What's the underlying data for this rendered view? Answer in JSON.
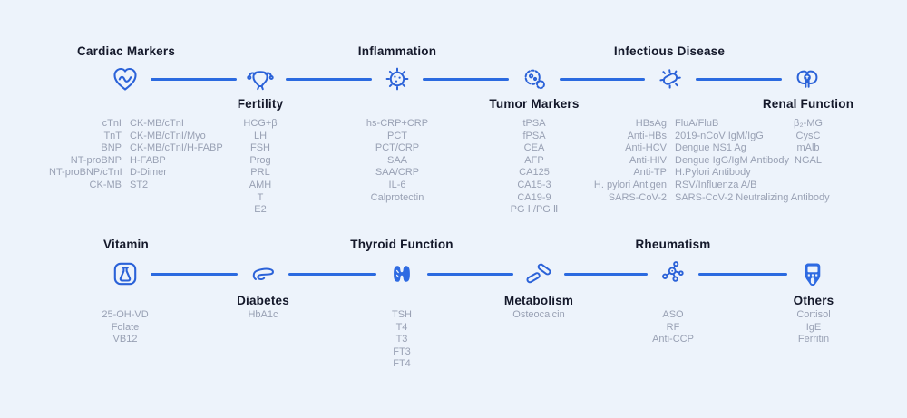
{
  "palette": {
    "background": "#edf3fb",
    "line": "#2b6ae0",
    "icon_stroke": "#2b62d8",
    "title_text": "#14182a",
    "item_text": "#99a1b4"
  },
  "rows": [
    {
      "nodes": [
        {
          "title": "Cardiac Markers",
          "title_pos": "above",
          "icon": "heart-pulse-icon",
          "columns": [
            [
              "cTnI",
              "TnT",
              "BNP",
              "NT-proBNP",
              "NT-proBNP/cTnI",
              "CK-MB"
            ],
            [
              "CK-MB/cTnI",
              "CK-MB/cTnI/Myo",
              "CK-MB/cTnI/H-FABP",
              "H-FABP",
              "D-Dimer",
              "ST2"
            ]
          ]
        },
        {
          "title": "Fertility",
          "title_pos": "below",
          "icon": "uterus-icon",
          "columns": [
            [
              "HCG+β",
              "LH",
              "FSH",
              "Prog",
              "PRL",
              "AMH",
              "T",
              "E2"
            ]
          ]
        },
        {
          "title": "Inflammation",
          "title_pos": "above",
          "icon": "virus-icon",
          "columns": [
            [
              "hs-CRP+CRP",
              "PCT",
              "PCT/CRP",
              "SAA",
              "SAA/CRP",
              "IL-6",
              "Calprotectin"
            ]
          ]
        },
        {
          "title": "Tumor Markers",
          "title_pos": "below",
          "icon": "tumor-cell-icon",
          "columns": [
            [
              "tPSA",
              "fPSA",
              "CEA",
              "AFP",
              "CA125",
              "CA15-3",
              "CA19-9",
              "PG Ⅰ /PG Ⅱ"
            ]
          ]
        },
        {
          "title": "Infectious Disease",
          "title_pos": "above",
          "icon": "bacteria-icon",
          "columns": [
            [
              "HBsAg",
              "Anti-HBs",
              "Anti-HCV",
              "Anti-HIV",
              "Anti-TP",
              "H. pylori Antigen",
              "SARS-CoV-2"
            ],
            [
              "FluA/FluB",
              "2019-nCoV IgM/IgG",
              "Dengue NS1 Ag",
              "Dengue IgG/IgM Antibody",
              "H.Pylori Antibody",
              "RSV/Influenza A/B",
              "SARS-CoV-2 Neutralizing Antibody"
            ]
          ]
        },
        {
          "title": "Renal Function",
          "title_pos": "below",
          "icon": "kidneys-icon",
          "columns": [
            [
              "β₂-MG",
              "CysC",
              "mAlb",
              "NGAL"
            ]
          ]
        }
      ]
    },
    {
      "nodes": [
        {
          "title": "Vitamin",
          "title_pos": "above",
          "icon": "flask-icon",
          "columns": [
            [
              "25-OH-VD",
              "Folate",
              "VB12"
            ]
          ]
        },
        {
          "title": "Diabetes",
          "title_pos": "below",
          "icon": "pancreas-icon",
          "columns": [
            [
              "HbA1c"
            ]
          ]
        },
        {
          "title": "Thyroid Function",
          "title_pos": "above",
          "icon": "thyroid-icon",
          "columns": [
            [
              "TSH",
              "T4",
              "T3",
              "FT3",
              "FT4"
            ]
          ]
        },
        {
          "title": "Metabolism",
          "title_pos": "below",
          "icon": "bone-joint-icon",
          "columns": [
            [
              "Osteocalcin"
            ]
          ]
        },
        {
          "title": "Rheumatism",
          "title_pos": "above",
          "icon": "molecule-icon",
          "columns": [
            [
              "ASO",
              "RF",
              "Anti-CCP"
            ]
          ]
        },
        {
          "title": "Others",
          "title_pos": "below",
          "icon": "analyzer-device-icon",
          "columns": [
            [
              "Cortisol",
              "IgE",
              "Ferritin"
            ]
          ]
        }
      ]
    }
  ]
}
